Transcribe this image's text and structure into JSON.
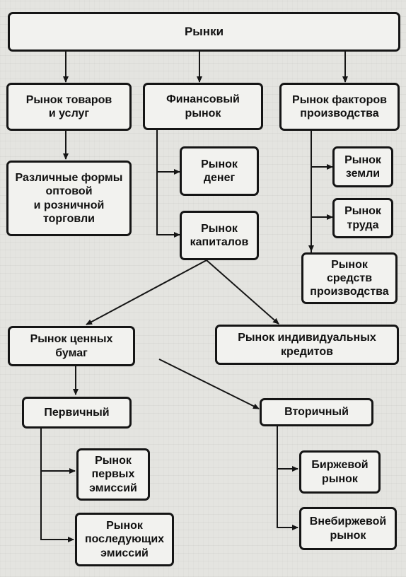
{
  "nodes": {
    "markets": "Рынки",
    "goods": "Рынок товаров\nи услуг",
    "financial": "Финансовый\nрынок",
    "factors": "Рынок факторов\nпроизводства",
    "trade_forms": "Различные формы\nоптовой\nи розничной\nторговли",
    "money": "Рынок\nденег",
    "capital": "Рынок\nкапиталов",
    "land": "Рынок\nземли",
    "labor": "Рынок\nтруда",
    "means": "Рынок\nсредств\nпроизводства",
    "securities": "Рынок ценных\nбумаг",
    "individual_credit": "Рынок индивидуальных\nкредитов",
    "primary": "Первичный",
    "secondary": "Вторичный",
    "first_issues": "Рынок\nпервых\nэмиссий",
    "subsequent_issues": "Рынок\nпоследующих\nэмиссий",
    "exchange": "Биржевой\nрынок",
    "otc": "Внебиржевой\nрынок"
  },
  "colors": {
    "ink": "#151515",
    "box": "#f2f2ef",
    "paper": "#e4e4e0"
  }
}
